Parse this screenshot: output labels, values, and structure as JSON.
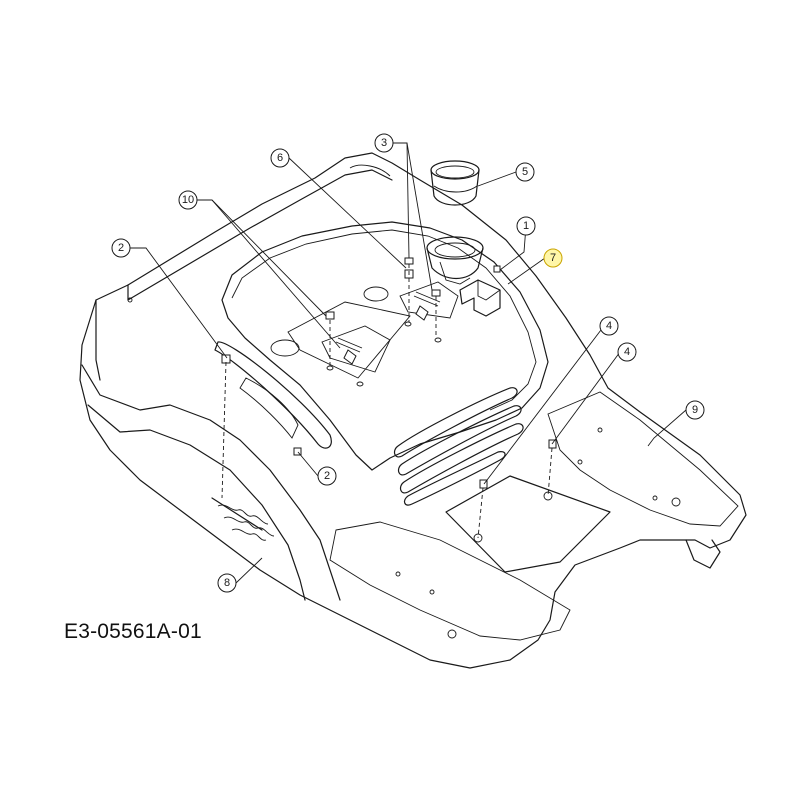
{
  "drawing_code": "E3-05561A-01",
  "callouts": [
    {
      "id": "c3",
      "label": "3",
      "highlight": false
    },
    {
      "id": "c6",
      "label": "6",
      "highlight": false
    },
    {
      "id": "c5",
      "label": "5",
      "highlight": false
    },
    {
      "id": "c10",
      "label": "10",
      "highlight": false
    },
    {
      "id": "c1",
      "label": "1",
      "highlight": false
    },
    {
      "id": "c7",
      "label": "7",
      "highlight": true
    },
    {
      "id": "c2a",
      "label": "2",
      "highlight": false
    },
    {
      "id": "c4a",
      "label": "4",
      "highlight": false
    },
    {
      "id": "c4b",
      "label": "4",
      "highlight": false
    },
    {
      "id": "c9",
      "label": "9",
      "highlight": false
    },
    {
      "id": "c2b",
      "label": "2",
      "highlight": false
    },
    {
      "id": "c8",
      "label": "8",
      "highlight": false
    }
  ],
  "colors": {
    "line": "#1a1a1a",
    "highlight_fill": "#fff6a8",
    "highlight_stroke": "#c9a400"
  }
}
